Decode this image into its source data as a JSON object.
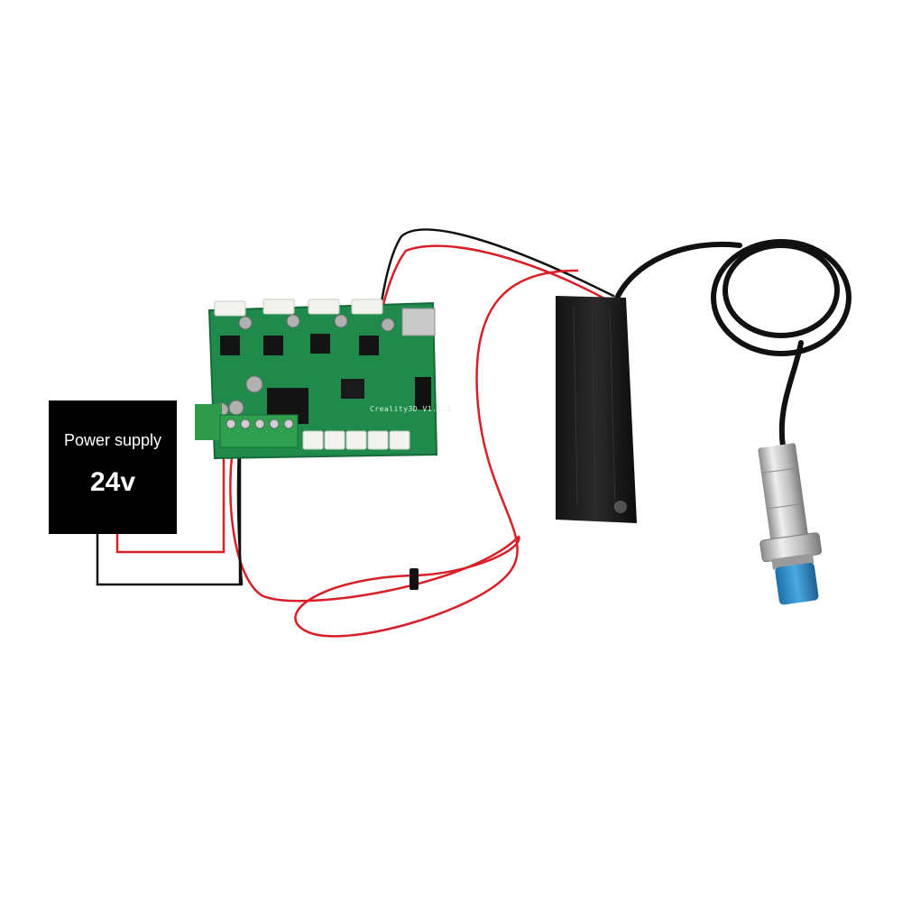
{
  "power_supply": {
    "title": "Power supply",
    "voltage": "24v"
  },
  "board": {
    "silkscreen_label": "Creality3D V1.1.3"
  },
  "colors": {
    "wire_red": "#d81e26",
    "wire_black": "#111111",
    "pcb_green": "#1f8a4b",
    "sensor_cap_blue": "#2f8fcf",
    "power_box": "#000000"
  }
}
